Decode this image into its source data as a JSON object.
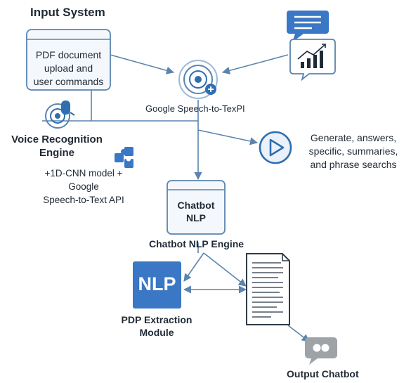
{
  "input_system": {
    "title": "Input System",
    "box_lines": [
      "PDF document",
      "upload and",
      "user commands"
    ]
  },
  "google_api": {
    "label": "Google Speech-to-TexPI"
  },
  "voice_engine": {
    "title_lines": [
      "Voice Recognition",
      "Engine"
    ],
    "desc_lines": [
      "+1D-CNN model +",
      "Google",
      "Speech-to-Text API"
    ]
  },
  "generate": {
    "lines": [
      "Generate, answers,",
      "specific, summaries,",
      "and phrase searchs"
    ]
  },
  "chatbot_box": {
    "lines": [
      "Chatbot",
      "NLP"
    ],
    "caption": "Chatbot NLP Engine"
  },
  "pdp": {
    "logo_text": "NLP",
    "caption_lines": [
      "PDP Extraction",
      "Module"
    ]
  },
  "output": {
    "caption": "Output Chatbot"
  },
  "colors": {
    "line": "#5b84ae",
    "accent": "#2f6fb0",
    "nlp_blue": "#3a77c5",
    "box_fill": "#f4f7fb",
    "gray_bubble": "#9ea3a8"
  }
}
